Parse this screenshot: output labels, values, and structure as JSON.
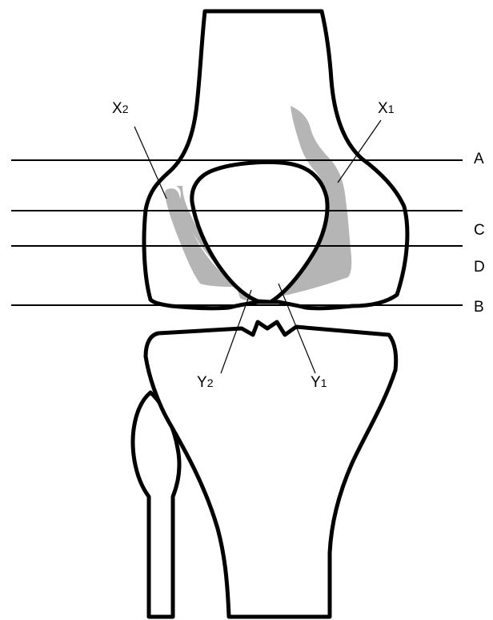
{
  "colors": {
    "outline": "#000000",
    "shading": "#b5b5b5",
    "background": "#ffffff"
  },
  "lines": {
    "A": "A",
    "C": "C",
    "D": "D",
    "B": "B"
  },
  "regions": {
    "x1": {
      "letter": "X",
      "index": "1"
    },
    "x2": {
      "letter": "X",
      "index": "2"
    },
    "y1": {
      "letter": "Y",
      "index": "1"
    },
    "y2": {
      "letter": "Y",
      "index": "2"
    }
  }
}
